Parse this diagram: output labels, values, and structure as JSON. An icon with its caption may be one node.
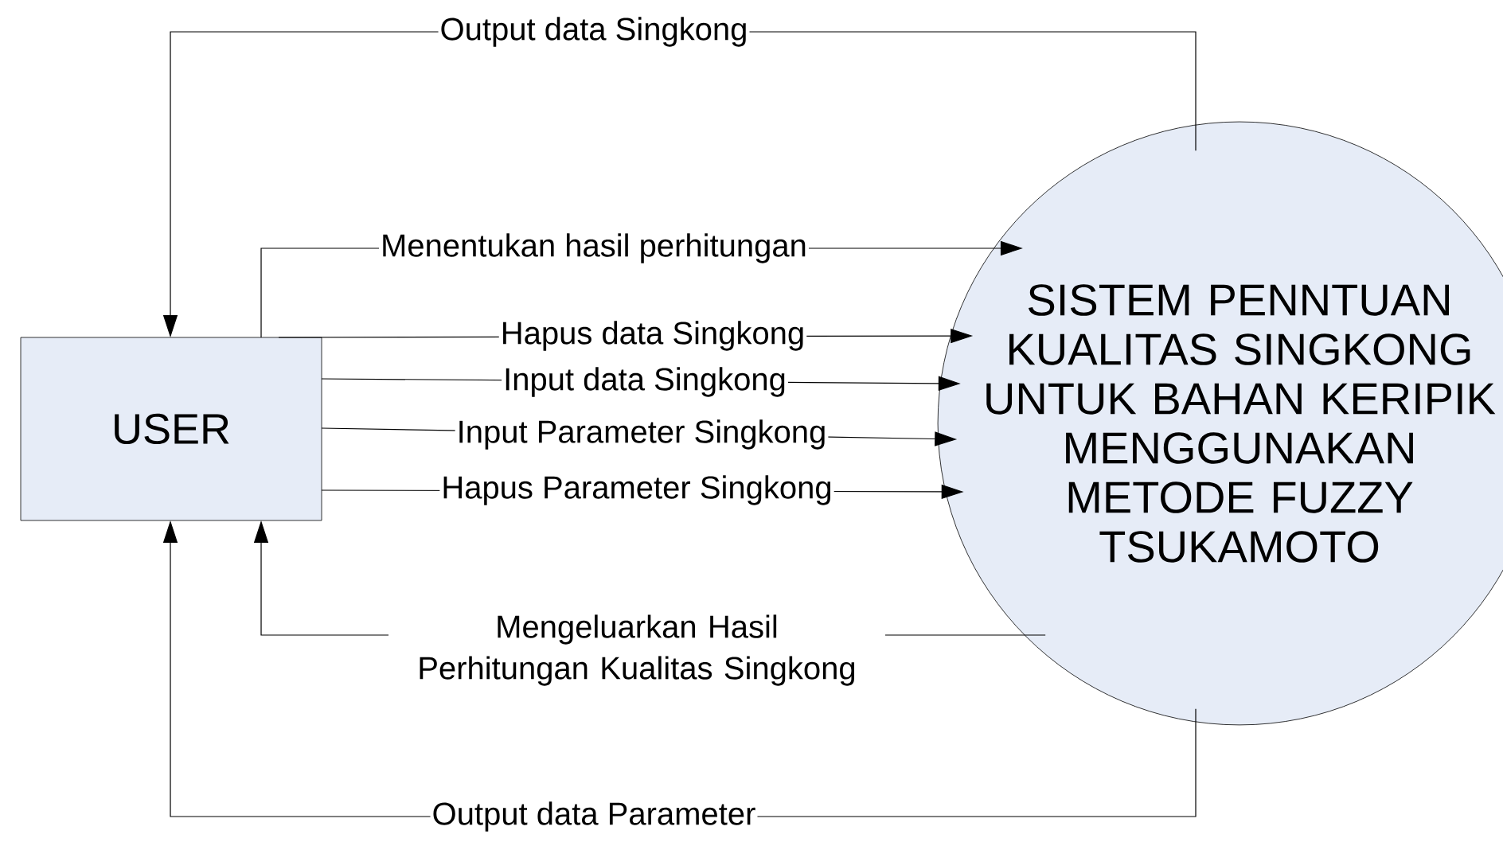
{
  "diagram": {
    "nodes": [
      {
        "text": [
          "USER"
        ]
      },
      {
        "text": [
          "SISTEM PENNTUAN KUALITAS SINGKONG UNTUK BAHAN KERIPIK MENGGUNAKAN METODE FUZZY TSUKAMOTO"
        ]
      }
    ],
    "edges": [
      {
        "from": 1,
        "to": 0,
        "arrow": "to",
        "label": "Output data Singkong"
      },
      {
        "from": 0,
        "to": 1,
        "arrow": "to",
        "label": "Menentukan hasil perhitungan"
      },
      {
        "from": 0,
        "to": 1,
        "arrow": "to",
        "label": "Hapus data Singkong"
      },
      {
        "from": 0,
        "to": 1,
        "arrow": "to",
        "label": "Input data Singkong"
      },
      {
        "from": 0,
        "to": 1,
        "arrow": "to",
        "label": "Input Parameter Singkong"
      },
      {
        "from": 0,
        "to": 1,
        "arrow": "to",
        "label": "Hapus Parameter Singkong"
      },
      {
        "from": 1,
        "to": 0,
        "arrow": "to",
        "label": "Mengeluarkan Hasil Perhitungan Kualitas Singkong"
      },
      {
        "from": 1,
        "to": 0,
        "arrow": "to",
        "label": "Output data Parameter"
      }
    ]
  }
}
